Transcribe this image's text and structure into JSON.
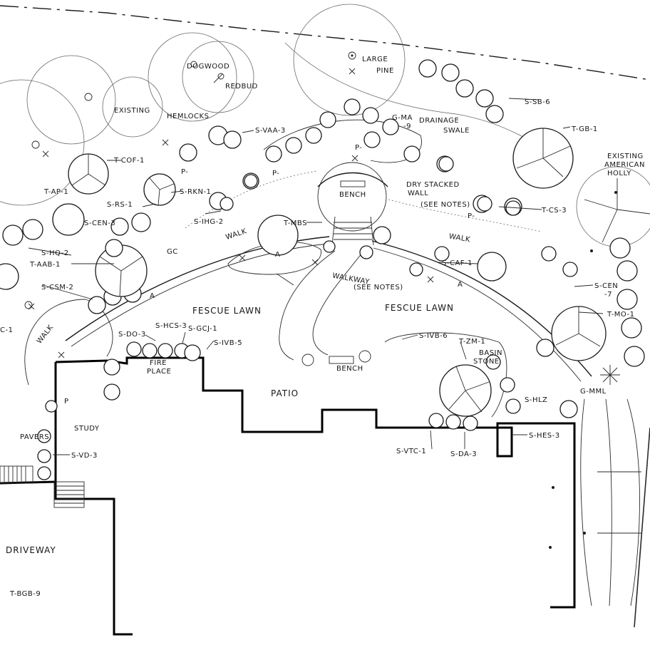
{
  "colors": {
    "ink": "#1a1a1a",
    "paper": "#ffffff"
  },
  "areas": {
    "driveway": "DRIVEWAY",
    "patio": "PATIO",
    "study": "STUDY",
    "pavers": "PAVERS",
    "fireplace_line1": "FIRE",
    "fireplace_line2": "PLACE",
    "bench_top": "BENCH",
    "bench_patio": "BENCH",
    "lawn_left": "FESCUE LAWN",
    "lawn_right": "FESCUE LAWN",
    "walk_left": "WALK",
    "walk_mid": "WALK",
    "walk_right": "WALK",
    "walkway_line1": "WALKWAY",
    "walkway_line2": "(SEE NOTES)",
    "drainage_line1": "DRAINAGE",
    "drainage_line2": "SWALE",
    "drywall_line1": "DRY STACKED",
    "drywall_line2": "WALL",
    "drywall_line3": "(SEE NOTES)",
    "basin_line1": "BASIN",
    "basin_line2": "STONE",
    "gc": "GC",
    "a1": "A",
    "a2": "A",
    "a3": "A"
  },
  "existing": {
    "large_pine_line1": "LARGE",
    "large_pine_line2": "PINE",
    "dogwood": "DOGWOOD",
    "redbud": "REDBUD",
    "existing": "EXISTING",
    "hemlocks": "HEMLOCKS",
    "holly_line1": "EXISTING",
    "holly_line2": "AMERICAN",
    "holly_line3": "HOLLY"
  },
  "plant_tags": [
    "S-SB-6",
    "T-GB-1",
    "G-MA",
    "-9",
    "S-VAA-3",
    "T-COF-1",
    "T-AP-1",
    "S-RS-1",
    "S-RKN-1",
    "S-IHG-2",
    "T-MBS",
    "S-CEN-3",
    "S-HQ-2",
    "T-AAB-1",
    "S-CSM-2",
    "C-1",
    "S-DO-3",
    "S-HCS-3",
    "S-GCJ-1",
    "S-IVB-5",
    "S-IVB-6",
    "T-ZM-1",
    "S-CAF-1",
    "T-CS-3",
    "S-CEN",
    "-7",
    "T-MO-1",
    "G-MML",
    "S-HLZ",
    "S-HES-3",
    "S-VTC-1",
    "S-DA-3",
    "S-VD-3",
    "T-BGB-9",
    "P",
    "P-",
    "P-",
    "P-",
    "P-"
  ]
}
